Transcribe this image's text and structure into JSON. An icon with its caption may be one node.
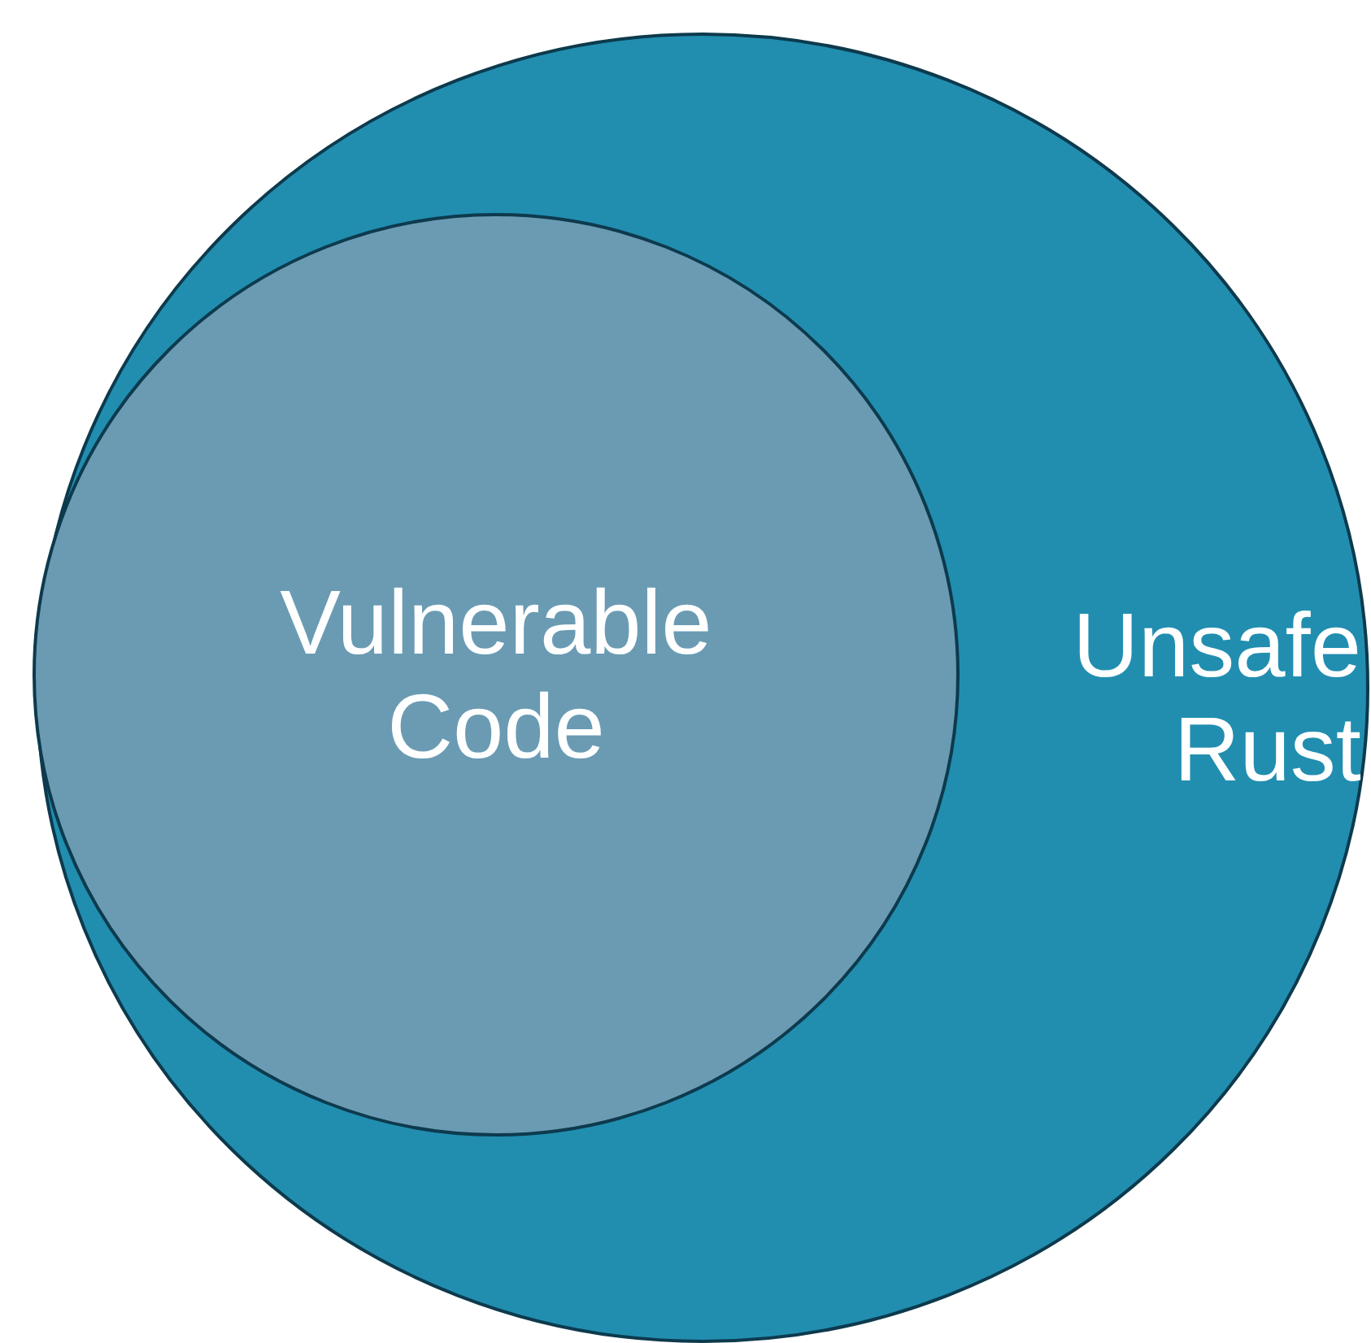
{
  "diagram": {
    "nodes": [
      {
        "text": [
          "Unsafe Rust"
        ]
      },
      {
        "text": [
          "Vulnerable Code"
        ],
        "in": 0
      }
    ]
  }
}
